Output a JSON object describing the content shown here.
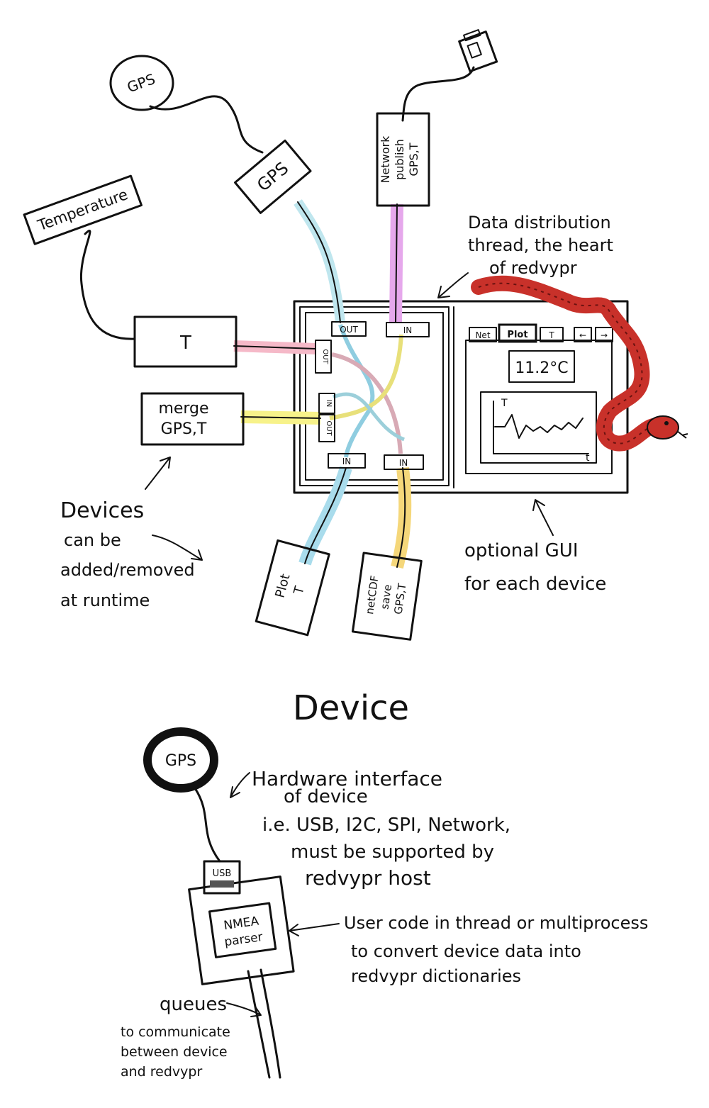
{
  "top": {
    "gps_sensor": "GPS",
    "temperature_sensor": "Temperature",
    "usb_stick_icon": "usb-stick-icon",
    "devices": {
      "gps": "GPS",
      "temperature": "T",
      "merge_line1": "merge",
      "merge_line2": "GPS,T",
      "network_line1": "Network",
      "network_line2": "publish",
      "network_line3": "GPS,T",
      "plot_line1": "Plot",
      "plot_line2": "T",
      "netcdf_line1": "netCDF",
      "netcdf_line2": "save",
      "netcdf_line3": "GPS,T"
    },
    "ports": {
      "gps_out": "OUT",
      "temp_out": "OUT",
      "merge_in": "IN",
      "merge_out": "OUT",
      "network_in": "IN",
      "plot_in": "IN",
      "netcdf_in": "IN"
    },
    "gui": {
      "tabs": [
        "Net",
        "Plot",
        "T",
        "←",
        "→"
      ],
      "temperature_display": "11.2°C",
      "axis_y": "T",
      "axis_x": "t"
    },
    "annotations": {
      "distribution_line1": "Data distribution",
      "distribution_line2": "thread, the heart",
      "distribution_line3": "of redvypr",
      "devices_line1": "Devices",
      "devices_line2": "can be",
      "devices_line3": "added/removed",
      "devices_line4": "at runtime",
      "gui_line1": "optional GUI",
      "gui_line2": "for each device"
    },
    "colors": {
      "gps": "#bfe6ee",
      "temperature": "#f5b9c8",
      "merge": "#f7f28a",
      "network": "#e6a8ec",
      "plot": "#a9dcec",
      "netcdf": "#f5d77a",
      "snake": "#c8312a"
    }
  },
  "bottom": {
    "title": "Device",
    "gps_sensor": "GPS",
    "usb_label": "USB",
    "parser_line1": "NMEA",
    "parser_line2": "parser",
    "hardware_line1": "Hardware interface",
    "hardware_line2": "of device",
    "hardware_line3": "i.e. USB, I2C, SPI, Network,",
    "hardware_line4": "must be supported by",
    "hardware_line5": "redvypr host",
    "user_line1": "User code in thread or multiprocess",
    "user_line2": "to convert device data into",
    "user_line3": "redvypr dictionaries",
    "queues_line1": "queues",
    "queues_line2": "to communicate",
    "queues_line3": "between device",
    "queues_line4": "and redvypr"
  }
}
